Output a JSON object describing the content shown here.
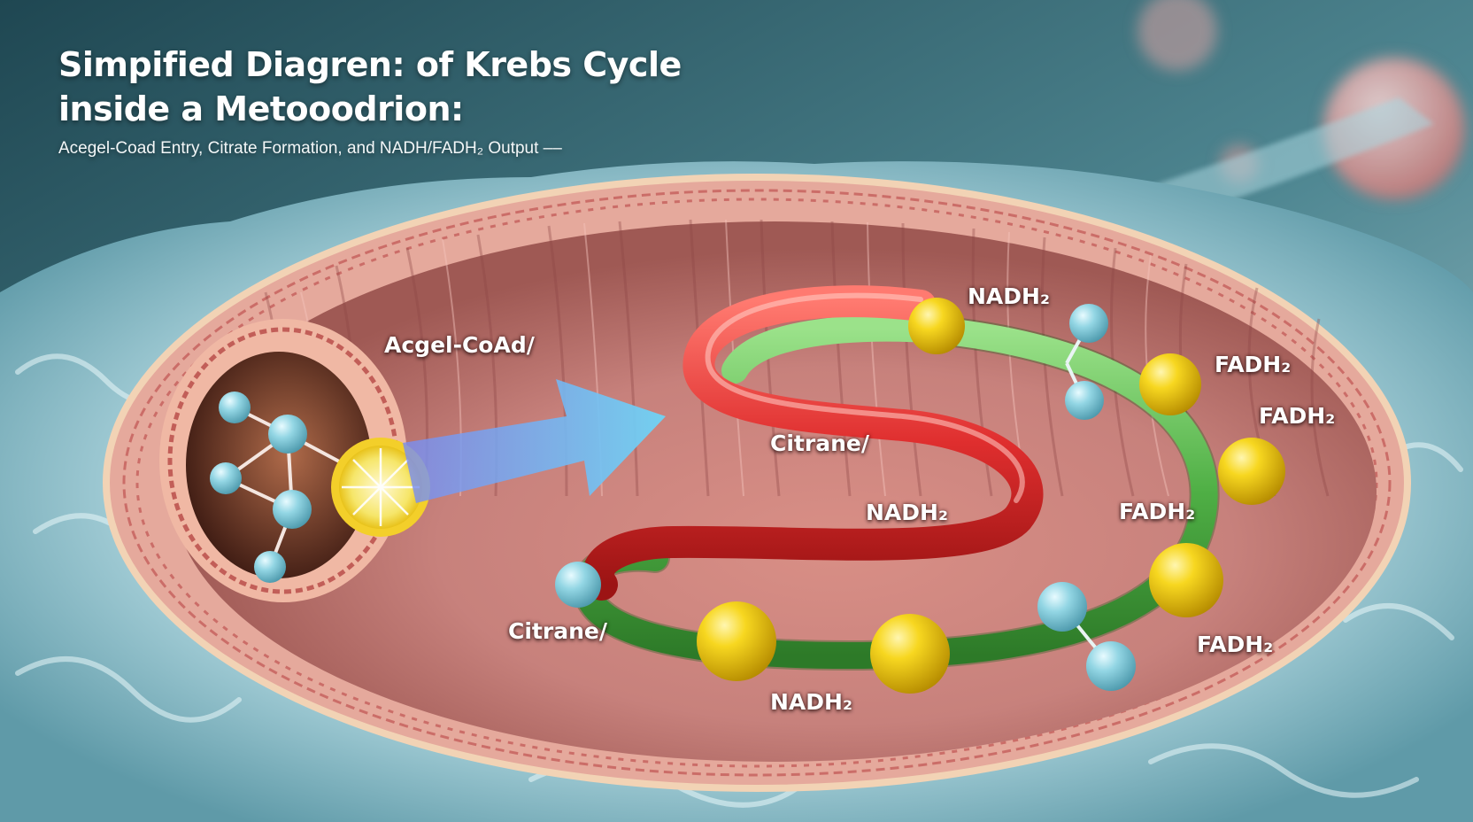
{
  "title": {
    "line1": "Simpified Diagren: of Krebs Cycle",
    "line2": "inside a Metooodrion:",
    "subtitle": "Acegel-Coad Entry, Citrate Formation, and NADH/FADH₂ Output ––"
  },
  "labels": {
    "acetyl_coa": "Acgel-CoAd/",
    "citrate_upper": "Citrane/",
    "citrate_lower": "Citrane/",
    "nadh_top": "NADH₂",
    "nadh_middle": "NADH₂",
    "nadh_bottom": "NADH₂",
    "fadh_1": "FADH₂",
    "fadh_2": "FADH₂",
    "fadh_3": "FADH₂",
    "fadh_4": "FADH₂"
  },
  "colors": {
    "cytoplasm": "#8fc3cf",
    "outer_membrane": "#e9b8a8",
    "matrix": "#c97f7a",
    "cycle_red": "#e23c3c",
    "cycle_green": "#56b84e",
    "nadh_fadh_sphere": "#f2cf1c",
    "molecule_sphere": "#8fd3e0",
    "arrow": "#5fc0f0"
  }
}
